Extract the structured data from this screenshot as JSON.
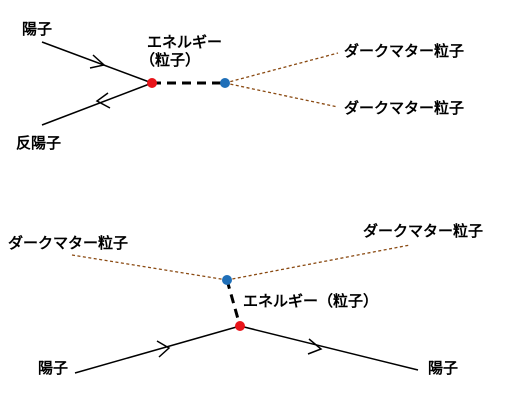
{
  "top": {
    "proton": "陽子",
    "antiproton": "反陽子",
    "energy_line1": "エネルギー",
    "energy_line2": "（粒子）",
    "dark_matter_upper": "ダークマター粒子",
    "dark_matter_lower": "ダークマター粒子"
  },
  "bottom": {
    "dark_matter_left": "ダークマター粒子",
    "dark_matter_right": "ダークマター粒子",
    "energy": "エネルギー（粒子）",
    "proton_left": "陽子",
    "proton_right": "陽子"
  },
  "colors": {
    "vertex_red": "#e8141a",
    "vertex_blue": "#1f6fb8",
    "dark_matter_line": "#8a4a12",
    "line": "#000000"
  }
}
